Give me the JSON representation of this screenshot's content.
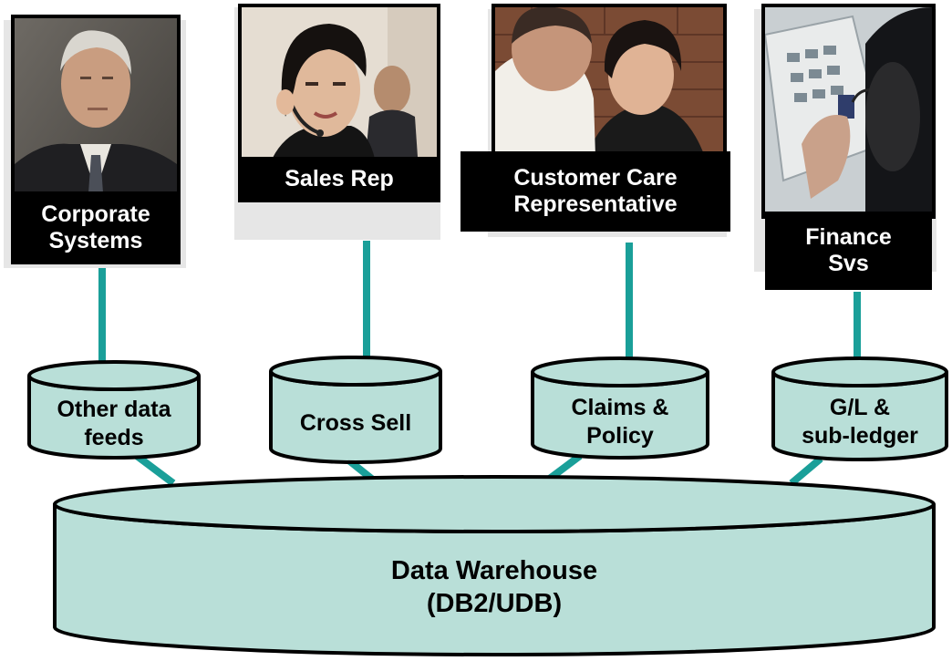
{
  "colors": {
    "connector": "#1a9f99",
    "cylinder_fill": "#b9dfd8",
    "cylinder_stroke": "#000000",
    "label_bg": "#000000",
    "label_text": "#ffffff"
  },
  "actors": [
    {
      "id": "corporate",
      "label_lines": [
        "Corporate",
        "Systems"
      ],
      "photo": "executive-portrait"
    },
    {
      "id": "sales",
      "label_lines": [
        "Sales Rep"
      ],
      "photo": "headset-agent"
    },
    {
      "id": "care",
      "label_lines": [
        "Customer Care",
        "Representative"
      ],
      "photo": "agent-with-customer"
    },
    {
      "id": "finance",
      "label_lines": [
        "Finance",
        "Svs"
      ],
      "photo": "calculator-accountant"
    }
  ],
  "databases": [
    {
      "id": "other",
      "label_lines": [
        "Other data",
        "feeds"
      ]
    },
    {
      "id": "cross",
      "label_lines": [
        "Cross Sell"
      ]
    },
    {
      "id": "claims",
      "label_lines": [
        "Claims &",
        "Policy"
      ]
    },
    {
      "id": "gl",
      "label_lines": [
        "G/L &",
        "sub-ledger"
      ]
    }
  ],
  "warehouse": {
    "label_lines": [
      "Data Warehouse",
      "(DB2/UDB)"
    ]
  }
}
